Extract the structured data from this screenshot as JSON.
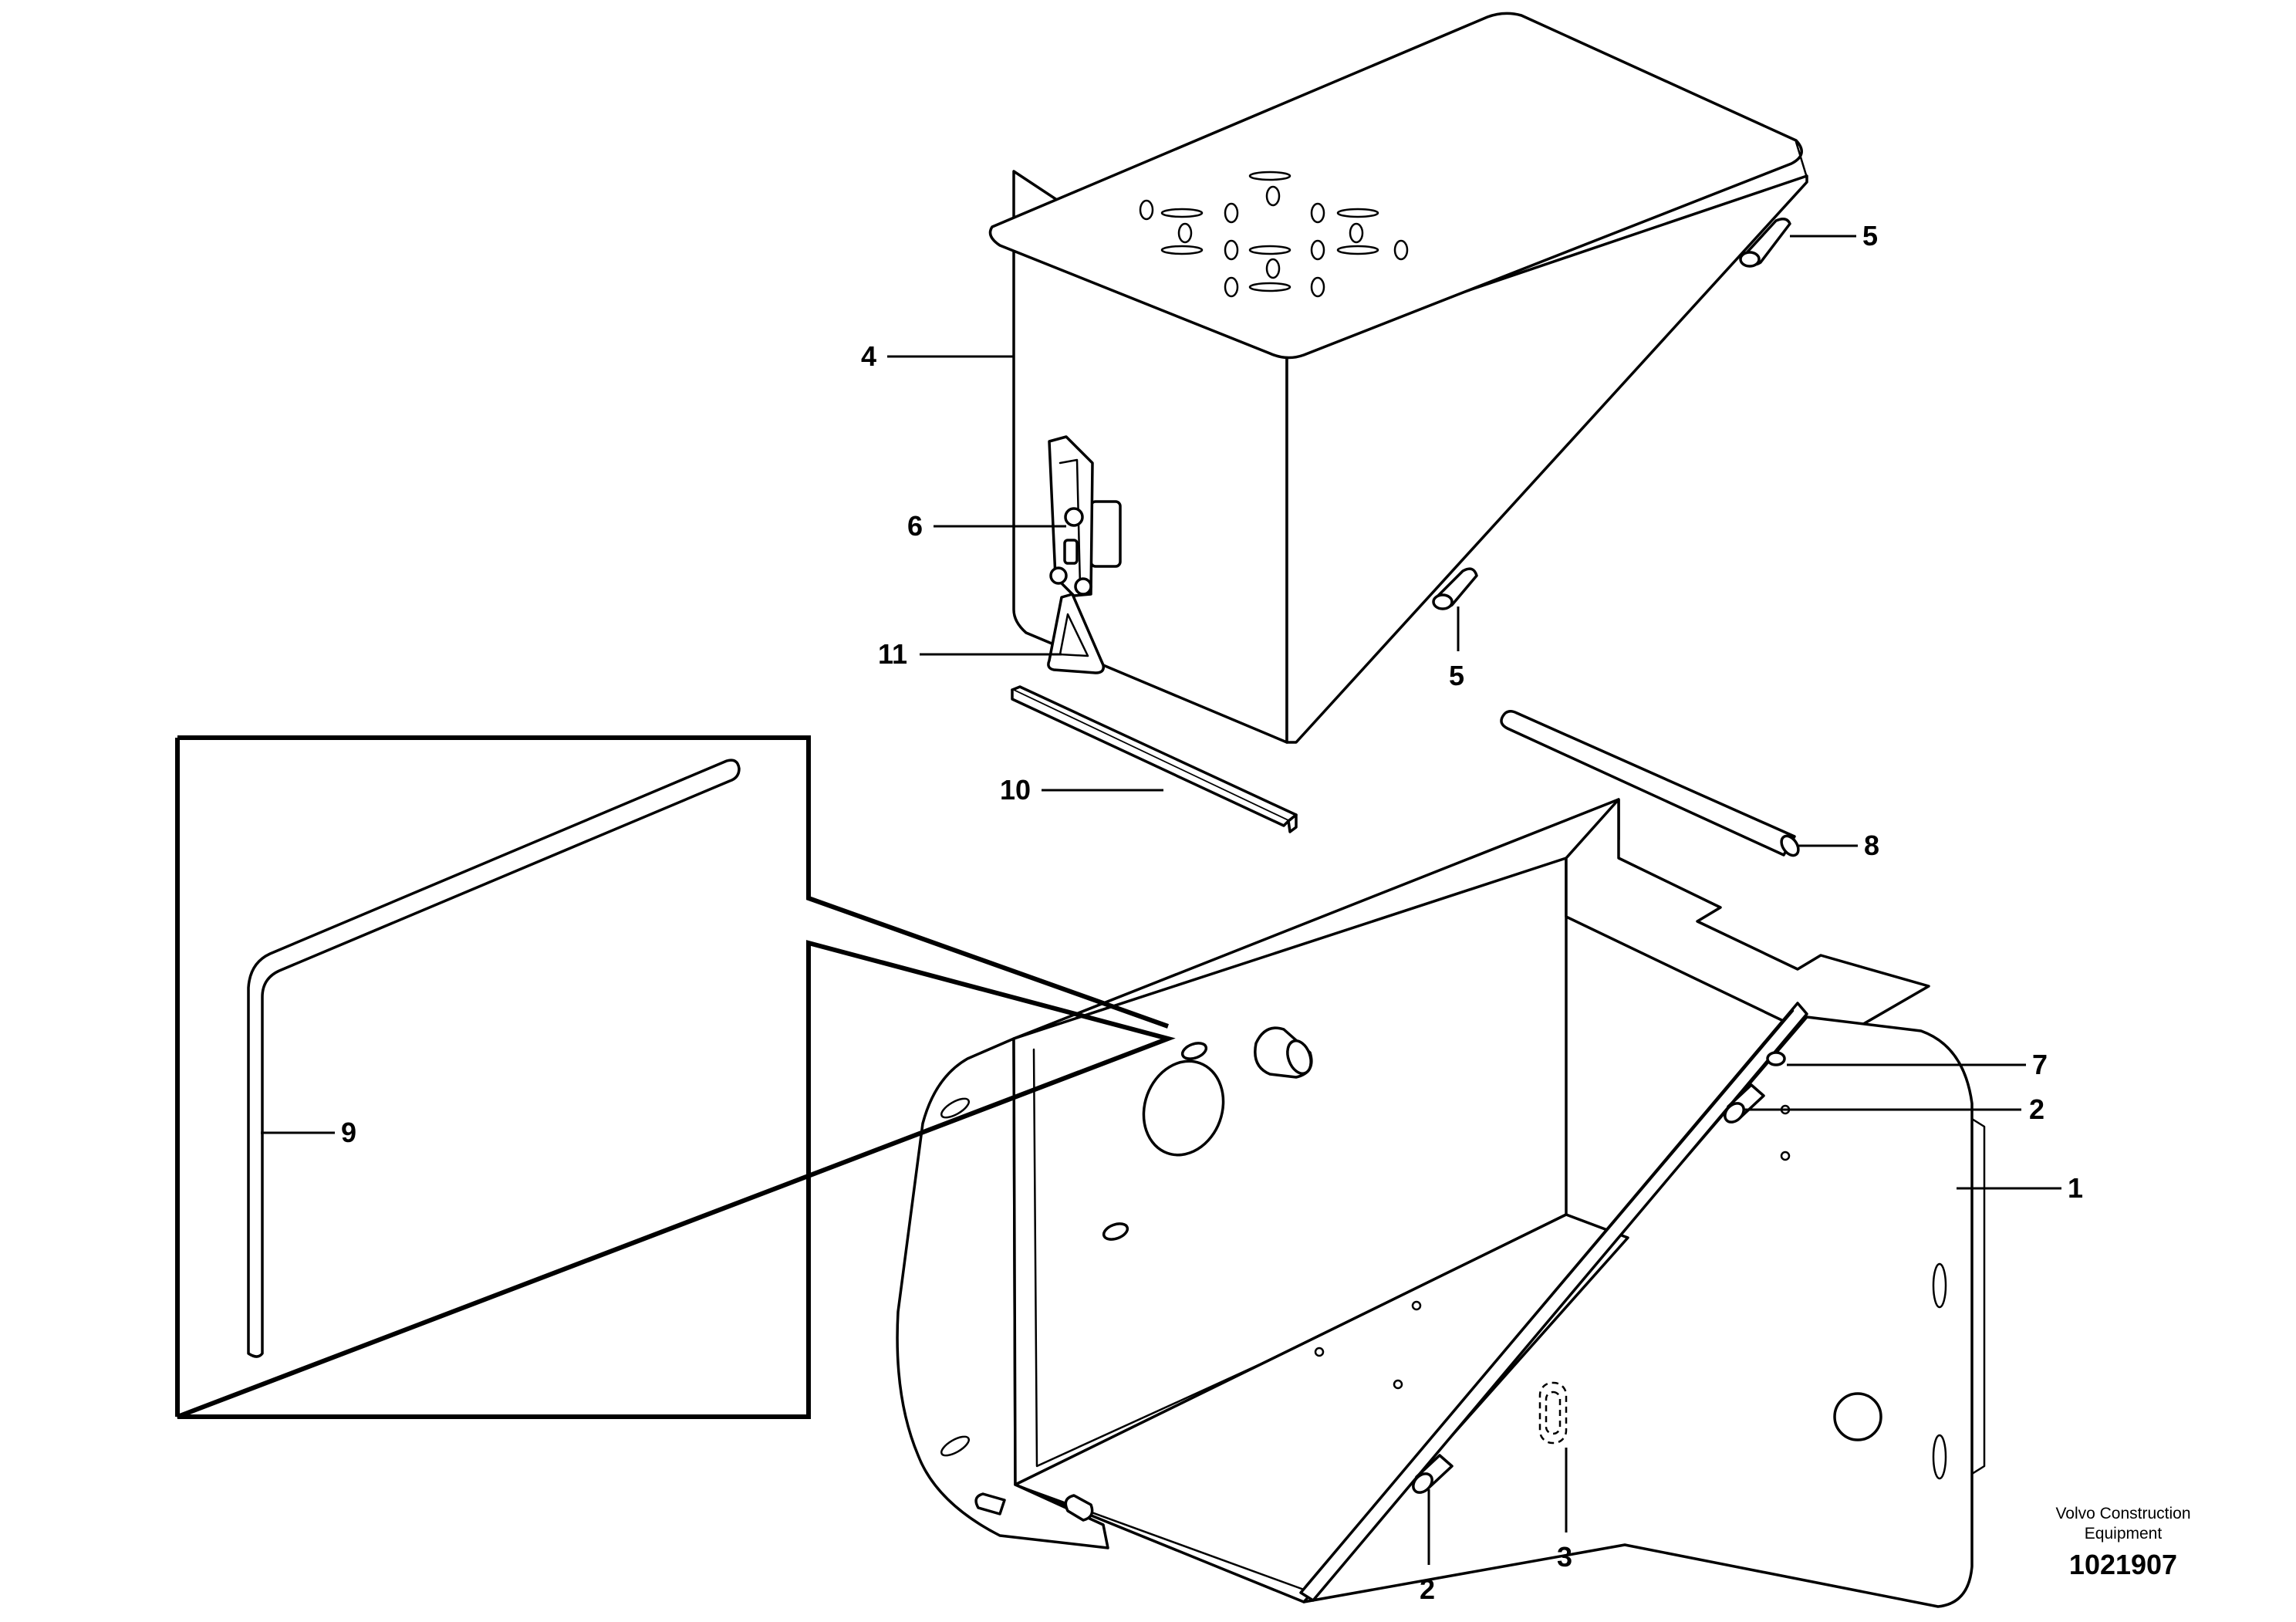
{
  "callouts": {
    "c1": "1",
    "c2a": "2",
    "c2b": "2",
    "c3": "3",
    "c4": "4",
    "c5a": "5",
    "c5b": "5",
    "c6": "6",
    "c7": "7",
    "c8": "8",
    "c9": "9",
    "c10": "10",
    "c11": "11"
  },
  "footer": {
    "company_line1": "Volvo Construction",
    "company_line2": "Equipment",
    "drawing_number": "1021907"
  }
}
